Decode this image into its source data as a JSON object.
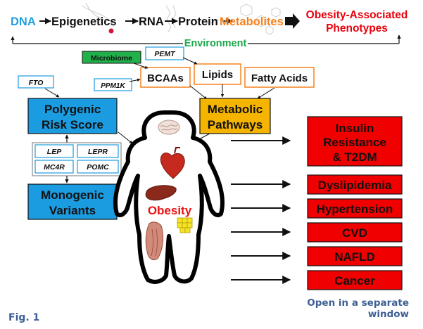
{
  "pipeline": {
    "dna": "DNA",
    "epigenetics": "Epigenetics",
    "rna": "RNA",
    "protein": "Protein",
    "metabolites": "Metabolites",
    "phenotypes_line1": "Obesity-Associated",
    "phenotypes_line2": "Phenotypes",
    "environment": "Environment"
  },
  "inputs": {
    "microbiome": "Microbiome",
    "pemt": "PEMT",
    "bcaas": "BCAAs",
    "lipids": "Lipids",
    "fatty_acids": "Fatty Acids",
    "ppm1k": "PPM1K",
    "fto": "FTO"
  },
  "left": {
    "prs_line1": "Polygenic",
    "prs_line2": "Risk Score",
    "genes": [
      "LEP",
      "LEPR",
      "MC4R",
      "POMC"
    ],
    "mono_line1": "Monogenic",
    "mono_line2": "Variants"
  },
  "center": {
    "metabolic_line1": "Metabolic",
    "metabolic_line2": "Pathways",
    "obesity": "Obesity"
  },
  "outcomes": {
    "insulin_line1": "Insulin",
    "insulin_line2": "Resistance",
    "insulin_line3": "& T2DM",
    "dyslipidemia": "Dyslipidemia",
    "hypertension": "Hypertension",
    "cvd": "CVD",
    "nafld": "NAFLD",
    "cancer": "Cancer"
  },
  "colors": {
    "blue_box": "#1b9be0",
    "gold_box": "#f5b400",
    "red_box": "#f00000",
    "green_box": "#22b04b",
    "dna_text": "#1f9fe0",
    "metabolite_text": "#f5821f",
    "phenotype_text": "#e8000b",
    "environment_text": "#1aa84b",
    "link_text": "#3d5f95"
  },
  "footer": {
    "open_link": "Open in a separate window",
    "fig_label": "Fig. 1"
  }
}
